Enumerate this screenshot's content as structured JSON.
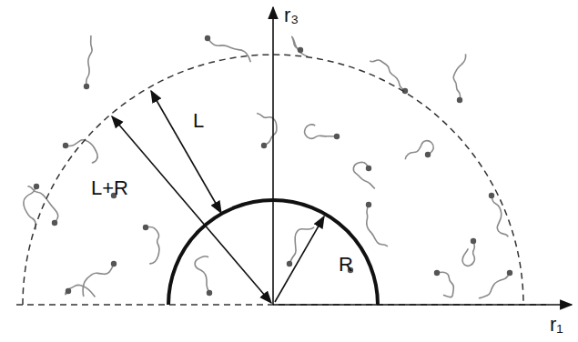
{
  "diagram": {
    "labels": [
      "r₃",
      "L",
      "L+R",
      "R",
      "r₁"
    ]
  }
}
